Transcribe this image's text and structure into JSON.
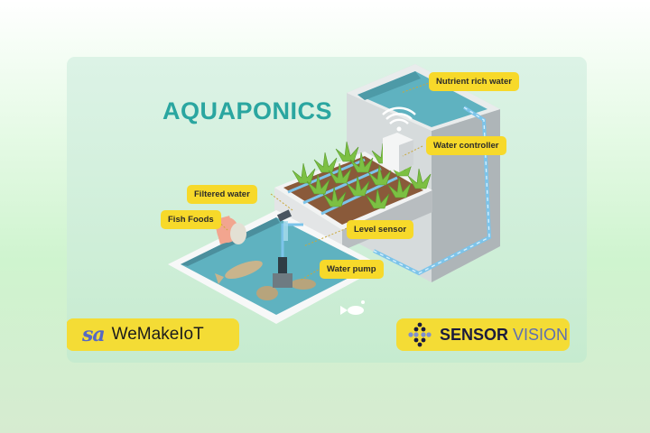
{
  "diagram": {
    "title": "AQUAPONICS",
    "labels": {
      "nutrient_rich_water": "Nutrient rich water",
      "water_controller": "Water controller",
      "filtered_water": "Filtered water",
      "fish_foods": "Fish Foods",
      "level_sensor": "Level sensor",
      "water_pump": "Water pump"
    },
    "components": [
      "nutrient tank",
      "wifi water controller",
      "grow bed with plants",
      "fish tank",
      "fish food container",
      "water pump",
      "pipes"
    ]
  },
  "brands": {
    "left": {
      "mark": "sa",
      "name": "WeMakeIoT"
    },
    "right": {
      "name_strong": "SENSOR",
      "name_light": "VISION"
    }
  },
  "colors": {
    "label_bg": "#f7d92a",
    "title": "#2aa6a0",
    "water": "#5fb2c0",
    "pipe": "#7cc4ea",
    "plant": "#7cc043",
    "soil": "#8a5a3a",
    "brand_bg": "#f4dc35"
  }
}
